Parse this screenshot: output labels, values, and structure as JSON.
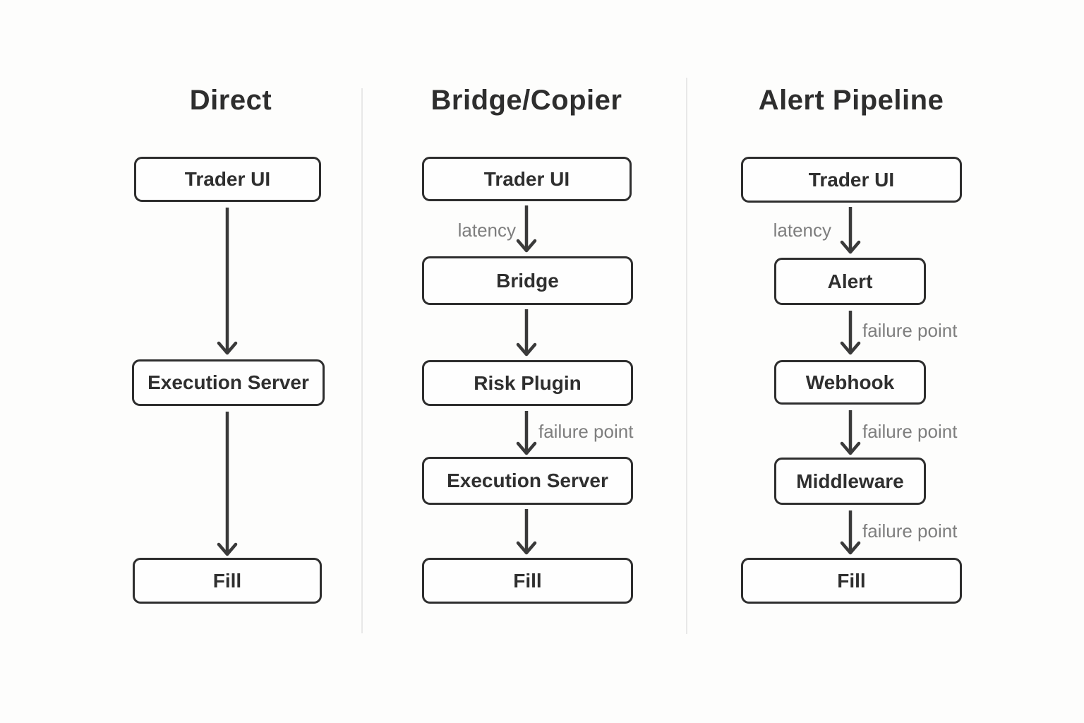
{
  "diagram_title": "",
  "colors": {
    "background": "#fdfdfc",
    "node_fill": "#fefefe",
    "node_border": "#2e2e2e",
    "node_text": "#2f2f2f",
    "column_title_text": "#2e2e2e",
    "edge_label_text": "#7e7e7e",
    "arrow_stroke": "#3a3a3a",
    "divider": "#e8e8e8"
  },
  "columns": [
    {
      "title": "Direct",
      "nodes": [
        "Trader UI",
        "Execution Server",
        "Fill"
      ],
      "edges": [
        "",
        ""
      ]
    },
    {
      "title": "Bridge/Copier",
      "nodes": [
        "Trader UI",
        "Bridge",
        "Risk Plugin",
        "Execution Server",
        "Fill"
      ],
      "edges": [
        "latency",
        "",
        "failure point",
        ""
      ]
    },
    {
      "title": "Alert Pipeline",
      "nodes": [
        "Trader UI",
        "Alert",
        "Webhook",
        "Middleware",
        "Fill"
      ],
      "edges": [
        "latency",
        "failure point",
        "failure point",
        "failure point"
      ]
    }
  ]
}
